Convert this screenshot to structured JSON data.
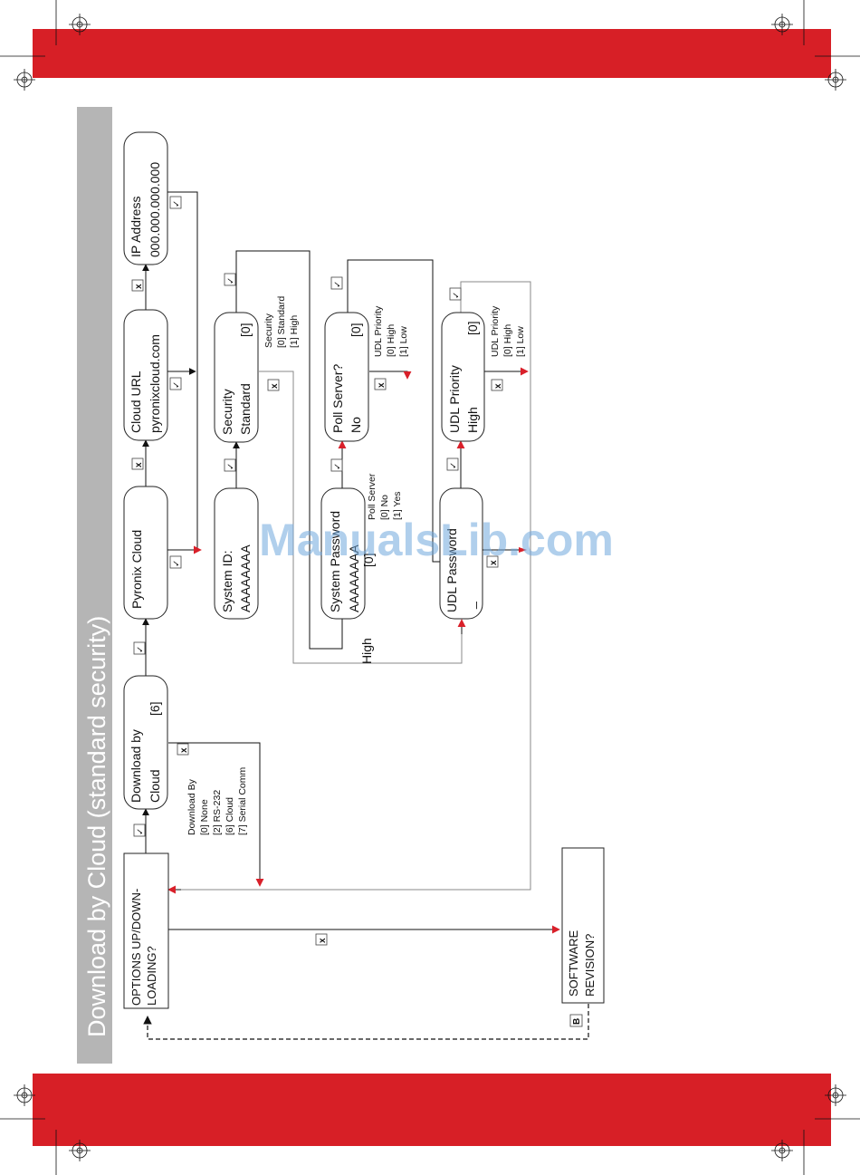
{
  "page_title": "Download by Cloud (standard security)",
  "watermark": "ManualsLib.com",
  "colors": {
    "band": "#d71f26",
    "sidebar": "#b5b5b5",
    "arrow_red": "#d9202a",
    "watermark": "#6fa8dc"
  },
  "marks": {
    "check": "✓",
    "cross": "x",
    "b": "B"
  },
  "nodes": {
    "options": {
      "l1": "OPTIONS UP/DOWN-",
      "l2": "LOADING?"
    },
    "download": {
      "l1": "Download by",
      "l2": "Cloud",
      "value": "[6]"
    },
    "pyronix": {
      "l1": "Pyronix Cloud"
    },
    "cloud_url": {
      "l1": "Cloud URL",
      "l2": "pyronixcloud.com"
    },
    "ip": {
      "l1": "IP Address",
      "l2": "000.000.000.000"
    },
    "system_id": {
      "l1": "System ID:",
      "l2": "AAAAAAAA"
    },
    "security": {
      "l1": "Security",
      "l2": "Standard",
      "value": "[0]"
    },
    "system_pw": {
      "l1": "System Password",
      "l2": "AAAAAAAA",
      "value": "[0]"
    },
    "poll": {
      "l1": "Poll Server?",
      "l2": "No",
      "value": "[0]"
    },
    "udl_pw": {
      "l1": "UDL Password",
      "l2": "_"
    },
    "udl_pri": {
      "l1": "UDL Priority",
      "l2": "High",
      "value": "[0]"
    },
    "software": {
      "l1": "SOFTWARE",
      "l2": "REVISION?"
    }
  },
  "notes": {
    "download_by": {
      "title": "Download By",
      "o1": "[0] None",
      "o2": "[2] RS-232",
      "o3": "[6] Cloud",
      "o4": "[7] Serial Comm"
    },
    "security": {
      "title": "Security",
      "o1": "[0] Standard",
      "o2": "[1] High"
    },
    "poll_server": {
      "title": "Poll Server",
      "o1": "[0] No",
      "o2": "[1] Yes"
    },
    "udl_priority_1": {
      "title": "UDL Priority",
      "o1": "[0] High",
      "o2": "[1] Low"
    },
    "udl_priority_2": {
      "title": "UDL Priority",
      "o1": "[0] High",
      "o2": "[1] Low"
    },
    "high_label": "High"
  }
}
